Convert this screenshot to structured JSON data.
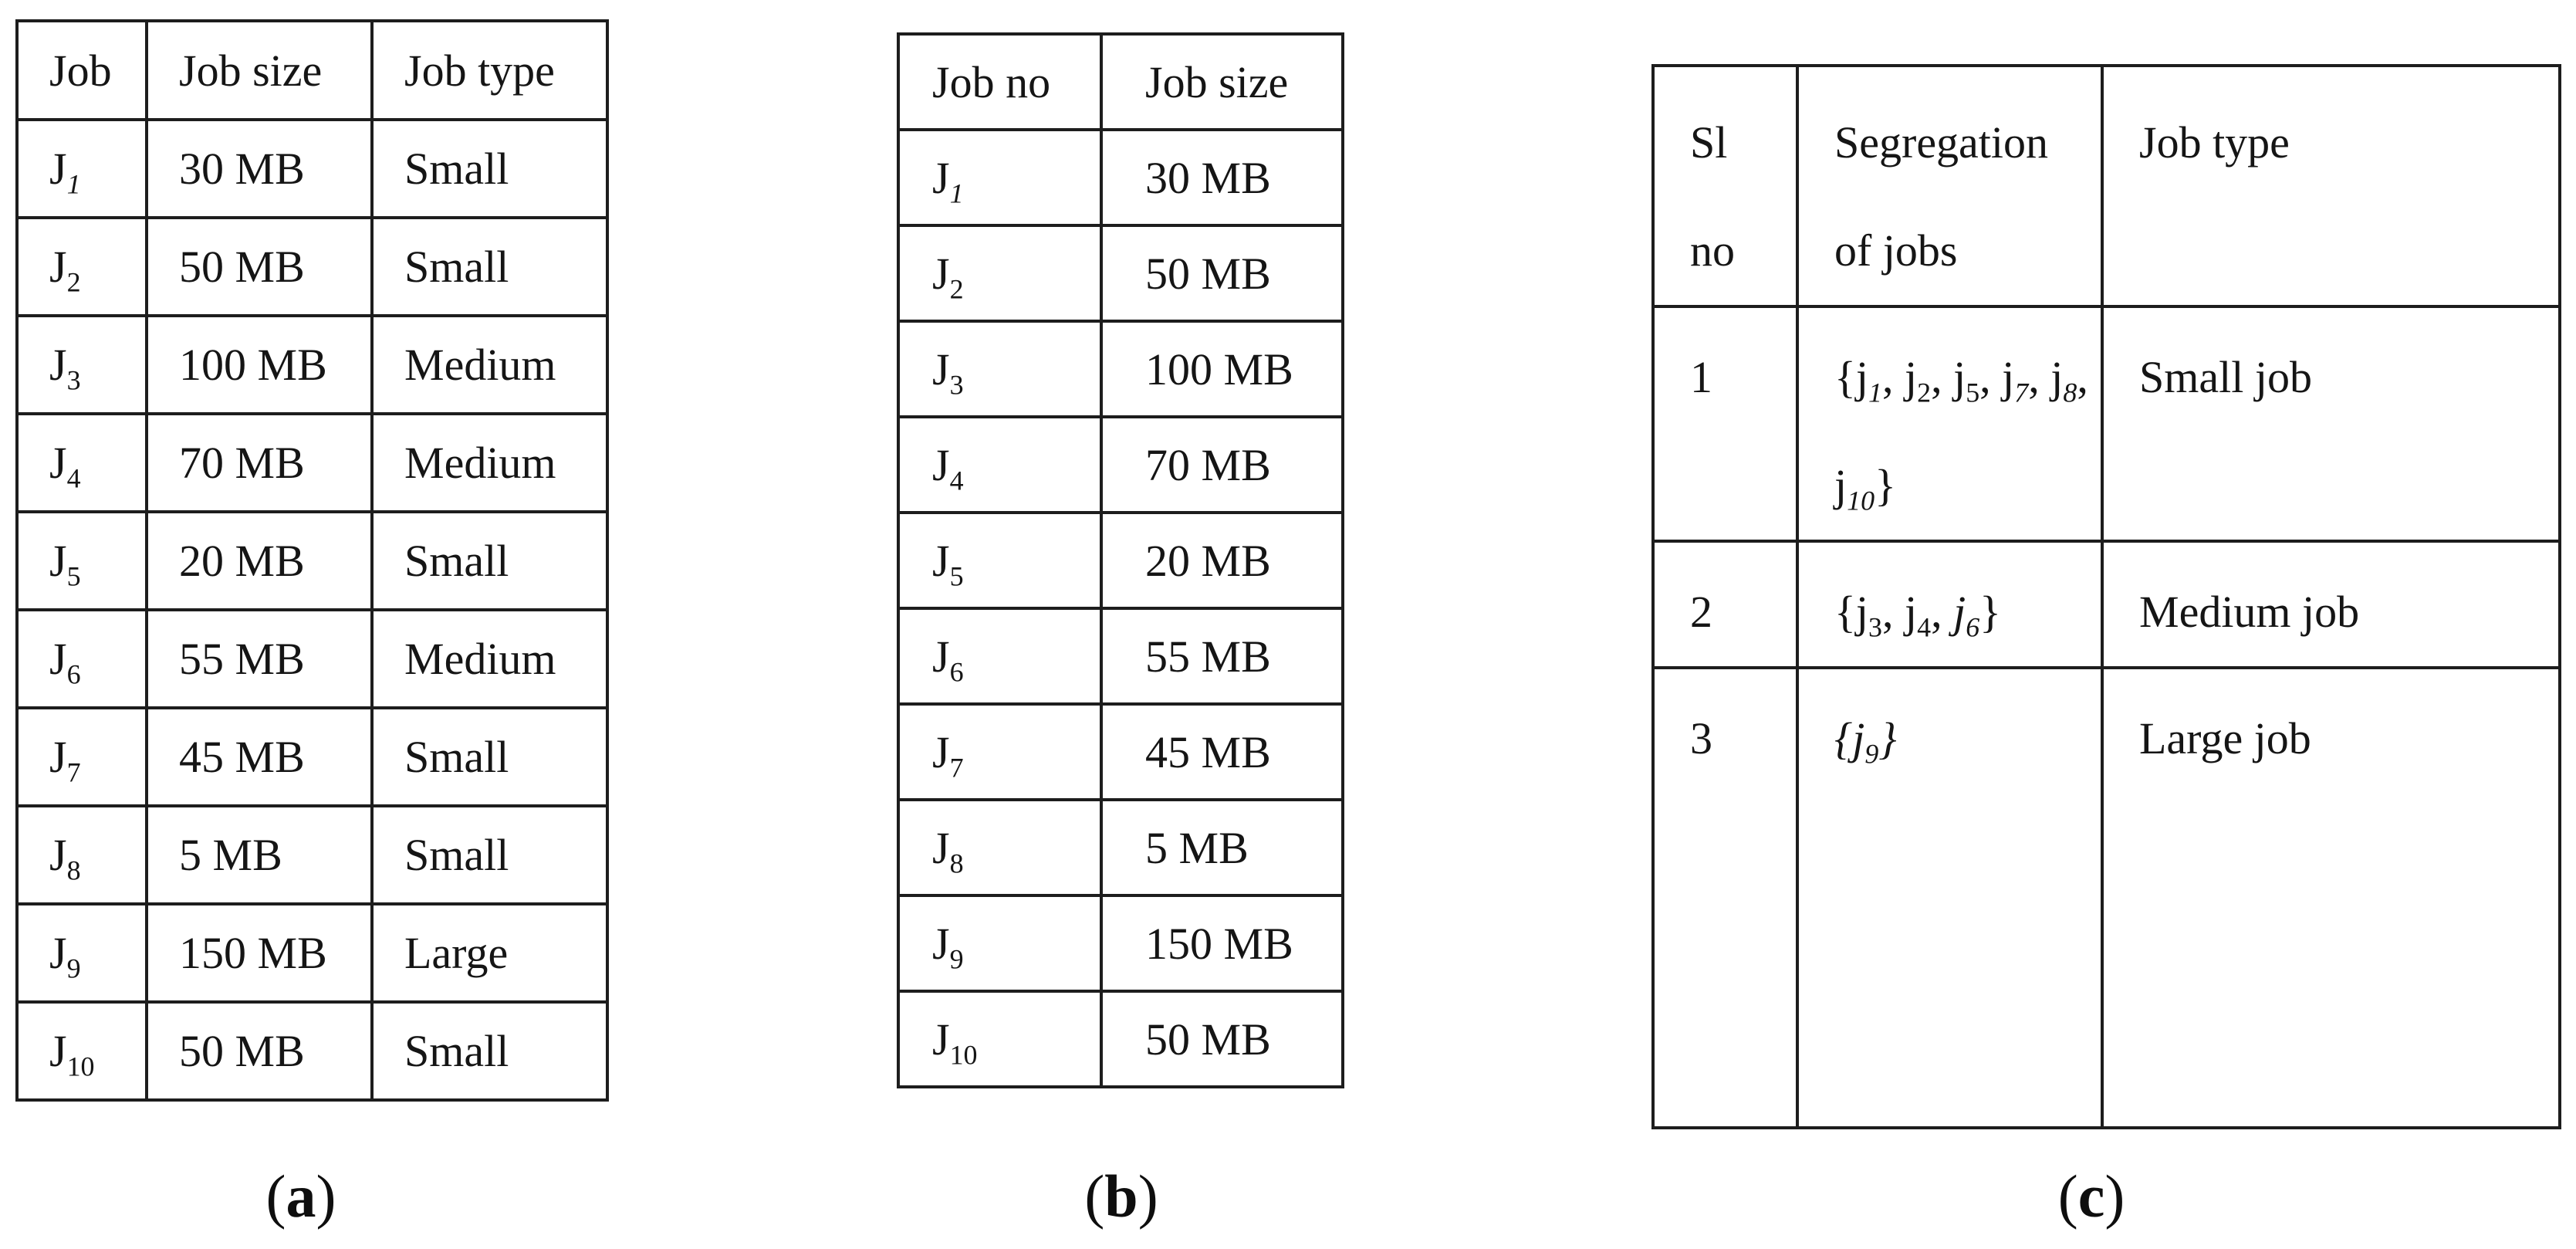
{
  "page": {
    "background": "#ffffff",
    "text_color": "#151515",
    "border_color": "#1d1d1d"
  },
  "table_a": {
    "caption": {
      "open": "(",
      "letter": "a",
      "close": ")"
    },
    "headers": {
      "col1": "Job",
      "col2": "Job size",
      "col3": "Job type"
    },
    "rows": [
      {
        "job_base": "J",
        "job_sub": "1",
        "size": "30 MB",
        "type": "Small"
      },
      {
        "job_base": "J",
        "job_sub": "2",
        "size": "50 MB",
        "type": "Small"
      },
      {
        "job_base": "J",
        "job_sub": "3",
        "size": "100 MB",
        "type": "Medium"
      },
      {
        "job_base": "J",
        "job_sub": "4",
        "size": "70 MB",
        "type": "Medium"
      },
      {
        "job_base": "J",
        "job_sub": "5",
        "size": "20 MB",
        "type": "Small"
      },
      {
        "job_base": "J",
        "job_sub": "6",
        "size": "55 MB",
        "type": "Medium"
      },
      {
        "job_base": "J",
        "job_sub": "7",
        "size": "45 MB",
        "type": "Small"
      },
      {
        "job_base": "J",
        "job_sub": "8",
        "size": "5 MB",
        "type": "Small"
      },
      {
        "job_base": "J",
        "job_sub": "9",
        "size": "150 MB",
        "type": "Large"
      },
      {
        "job_base": "J",
        "job_sub": "10",
        "size": "50 MB",
        "type": "Small"
      }
    ]
  },
  "table_b": {
    "caption": {
      "open": "(",
      "letter": "b",
      "close": ")"
    },
    "headers": {
      "col1": "Job no",
      "col2": "Job size"
    },
    "rows": [
      {
        "job_base": "J",
        "job_sub": "1",
        "size": "30 MB"
      },
      {
        "job_base": "J",
        "job_sub": "2",
        "size": "50 MB"
      },
      {
        "job_base": "J",
        "job_sub": "3",
        "size": "100 MB"
      },
      {
        "job_base": "J",
        "job_sub": "4",
        "size": "70 MB"
      },
      {
        "job_base": "J",
        "job_sub": "5",
        "size": "20 MB"
      },
      {
        "job_base": "J",
        "job_sub": "6",
        "size": "55 MB"
      },
      {
        "job_base": "J",
        "job_sub": "7",
        "size": "45 MB"
      },
      {
        "job_base": "J",
        "job_sub": "8",
        "size": "5 MB"
      },
      {
        "job_base": "J",
        "job_sub": "9",
        "size": "150 MB"
      },
      {
        "job_base": "J",
        "job_sub": "10",
        "size": "50 MB"
      }
    ]
  },
  "table_c": {
    "caption": {
      "open": "(",
      "letter": "c",
      "close": ")"
    },
    "headers": {
      "col1_line1": "Sl",
      "col1_line2": "no",
      "col2_line1": "Segregation",
      "col2_line2": "of jobs",
      "col3": "Job type"
    },
    "rows": [
      {
        "sl": "1",
        "set_line1": {
          "open": "{",
          "i1b": "j",
          "i1s": "1",
          "sep1": ", ",
          "i2b": "j",
          "i2s": "2",
          "sep2": ", ",
          "i3b": "j",
          "i3s": "5",
          "sep3": ", ",
          "i4b": "j",
          "i4s": "7",
          "sep4": ", ",
          "i5b": "j",
          "i5s": "8",
          "sep5": ","
        },
        "set_line2": {
          "b": "j",
          "s": "10",
          "close": "}"
        },
        "type": "Small job"
      },
      {
        "sl": "2",
        "set": {
          "open": "{",
          "i1b": "j",
          "i1s": "3",
          "sep1": ", ",
          "i2b": "j",
          "i2s": "4",
          "sep2": ", ",
          "i3b": "j",
          "i3s": "6",
          "close": "}"
        },
        "type": "Medium job"
      },
      {
        "sl": "3",
        "set": {
          "open": "{",
          "b": "j",
          "s": "9",
          "close": "}"
        },
        "type": "Large job"
      }
    ]
  }
}
